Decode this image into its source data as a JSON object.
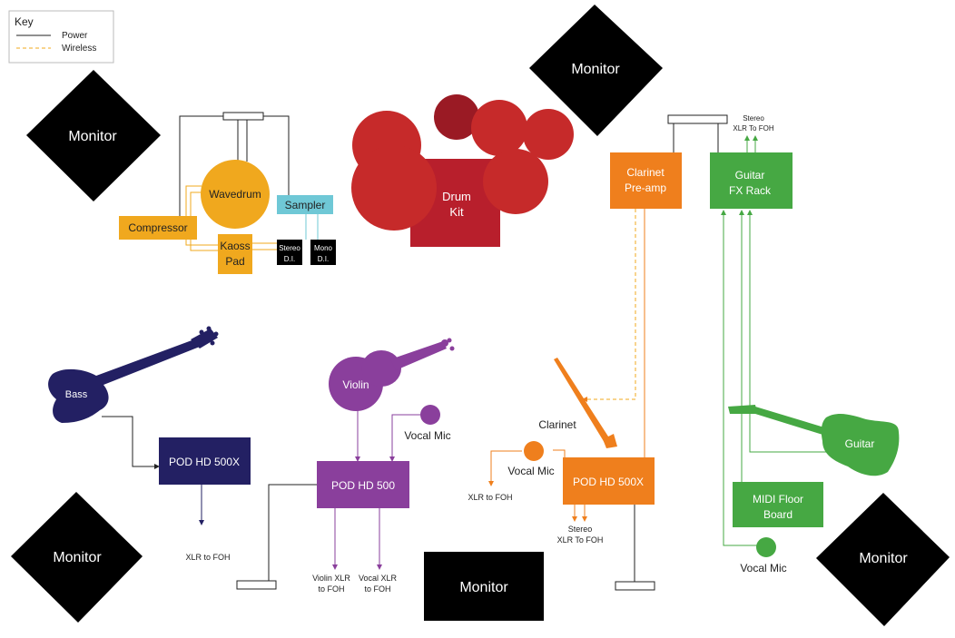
{
  "key": {
    "title": "Key",
    "power_label": "Power",
    "wireless_label": "Wireless"
  },
  "monitors": {
    "top_left": "Monitor",
    "top_right": "Monitor",
    "bottom_left": "Monitor",
    "bottom_center": "Monitor",
    "bottom_right": "Monitor"
  },
  "drums": {
    "label_line1": "Drum",
    "label_line2": "Kit"
  },
  "percussion": {
    "wavedrum": "Wavedrum",
    "sampler": "Sampler",
    "compressor": "Compressor",
    "kaoss_line1": "Kaoss",
    "kaoss_line2": "Pad",
    "stereo_di_line1": "Stereo",
    "stereo_di_line2": "D.I.",
    "mono_di_line1": "Mono",
    "mono_di_line2": "D.I."
  },
  "bass": {
    "label": "Bass",
    "pod_label": "POD HD 500X",
    "output_label": "XLR to FOH"
  },
  "violin": {
    "label": "Violin",
    "vocal_mic_label": "Vocal Mic",
    "pod_label": "POD HD 500",
    "violin_out_line1": "Violin XLR",
    "violin_out_line2": "to FOH",
    "vocal_out_line1": "Vocal XLR",
    "vocal_out_line2": "to FOH"
  },
  "clarinet": {
    "preamp_line1": "Clarinet",
    "preamp_line2": "Pre-amp",
    "label": "Clarinet",
    "vocal_mic_label": "Vocal Mic",
    "vocal_out_label": "XLR to FOH",
    "pod_label": "POD HD 500X",
    "stereo_out_line1": "Stereo",
    "stereo_out_line2": "XLR To FOH"
  },
  "guitar": {
    "fx_line1": "Guitar",
    "fx_line2": "FX Rack",
    "fx_out_line1": "Stereo",
    "fx_out_line2": "XLR To FOH",
    "label": "Guitar",
    "midi_line1": "MIDI Floor",
    "midi_line2": "Board",
    "vocal_mic_label": "Vocal Mic"
  },
  "colors": {
    "percussion": "#f0a81e",
    "drums": "#b81f2c",
    "bass": "#232063",
    "violin": "#8a3f9c",
    "clarinet": "#ef7f1d",
    "guitar": "#46a843",
    "sampler": "#6fc8d6",
    "wireless": "#f0a81e"
  }
}
